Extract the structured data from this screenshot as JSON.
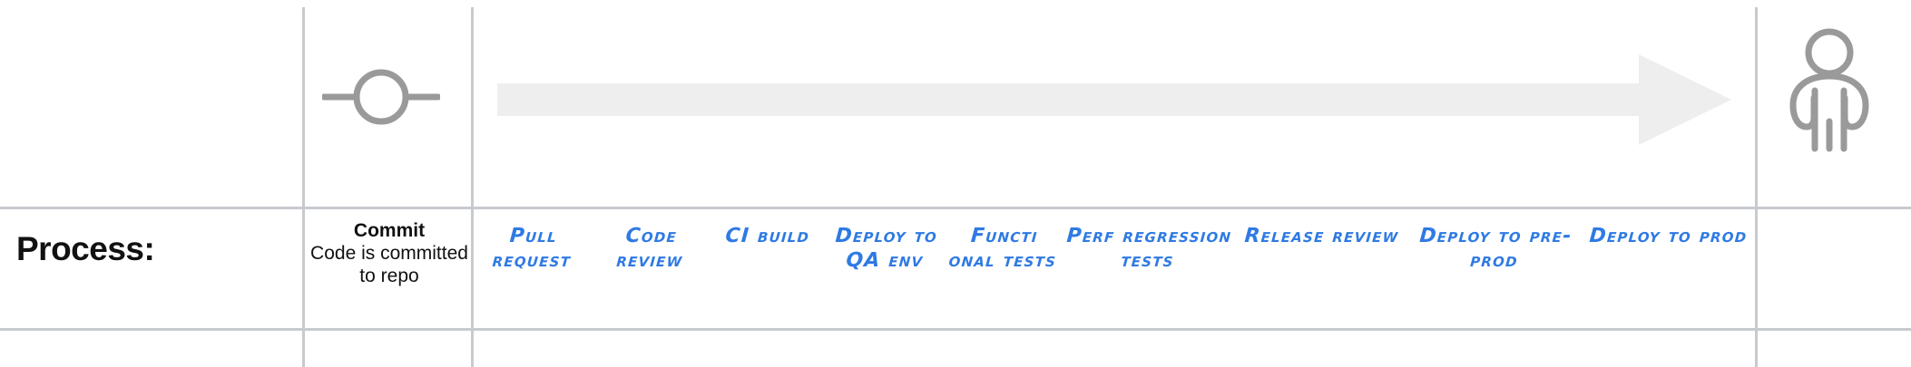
{
  "row_label": {
    "process": "Process:"
  },
  "icons": {
    "commit": "git-commit-icon",
    "user": "person-icon",
    "arrow": "right-arrow-icon"
  },
  "colors": {
    "grid": "#c7cace",
    "stage_text": "#2f7ae3",
    "arrow_fill": "#eeeeee",
    "icon_gray": "#9a9a9a",
    "heading": "#111111"
  },
  "commit_cell": {
    "title": "Commit",
    "description": "Code is committed to repo"
  },
  "stages": [
    {
      "label": "Pull request"
    },
    {
      "label": "Code review"
    },
    {
      "label": "CI build"
    },
    {
      "label": "Deploy to QA env"
    },
    {
      "label": "Functi onal tests"
    },
    {
      "label": "Perf regression tests"
    },
    {
      "label": "Release review"
    },
    {
      "label": "Deploy to pre-prod"
    },
    {
      "label": "Deploy to prod"
    }
  ]
}
